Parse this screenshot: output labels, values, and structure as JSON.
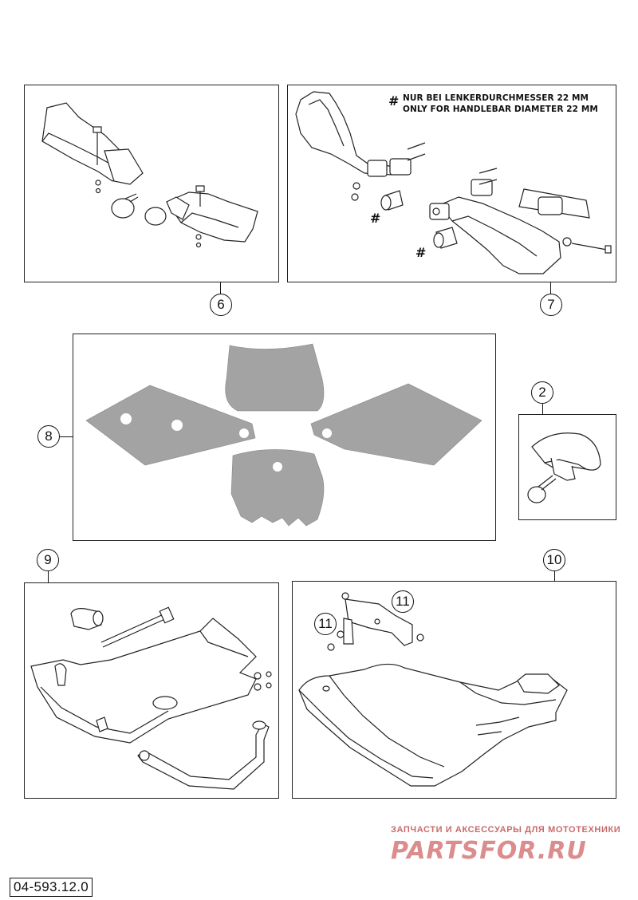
{
  "figure": {
    "part_number": "04-593.12.0",
    "note_symbol": "#",
    "note_line1": "NUR BEI LENKERDURCHMESSER 22 MM",
    "note_line2": "ONLY FOR HANDLEBAR DIAMETER 22 MM",
    "callouts": {
      "c6": "6",
      "c7": "7",
      "c8": "8",
      "c2": "2",
      "c9": "9",
      "c10": "10",
      "c11a": "11",
      "c11b": "11"
    },
    "hash_marks": [
      "#",
      "#",
      "#"
    ]
  },
  "watermark": {
    "tagline": "ЗАПЧАСТИ И АКСЕССУАРЫ ДЛЯ МОТОТЕХНИКИ",
    "logo_text": "PARTSFOR.RU"
  },
  "colors": {
    "line": "#222222",
    "decal_fill": "#a3a3a3",
    "watermark": "#dc8c8c"
  }
}
